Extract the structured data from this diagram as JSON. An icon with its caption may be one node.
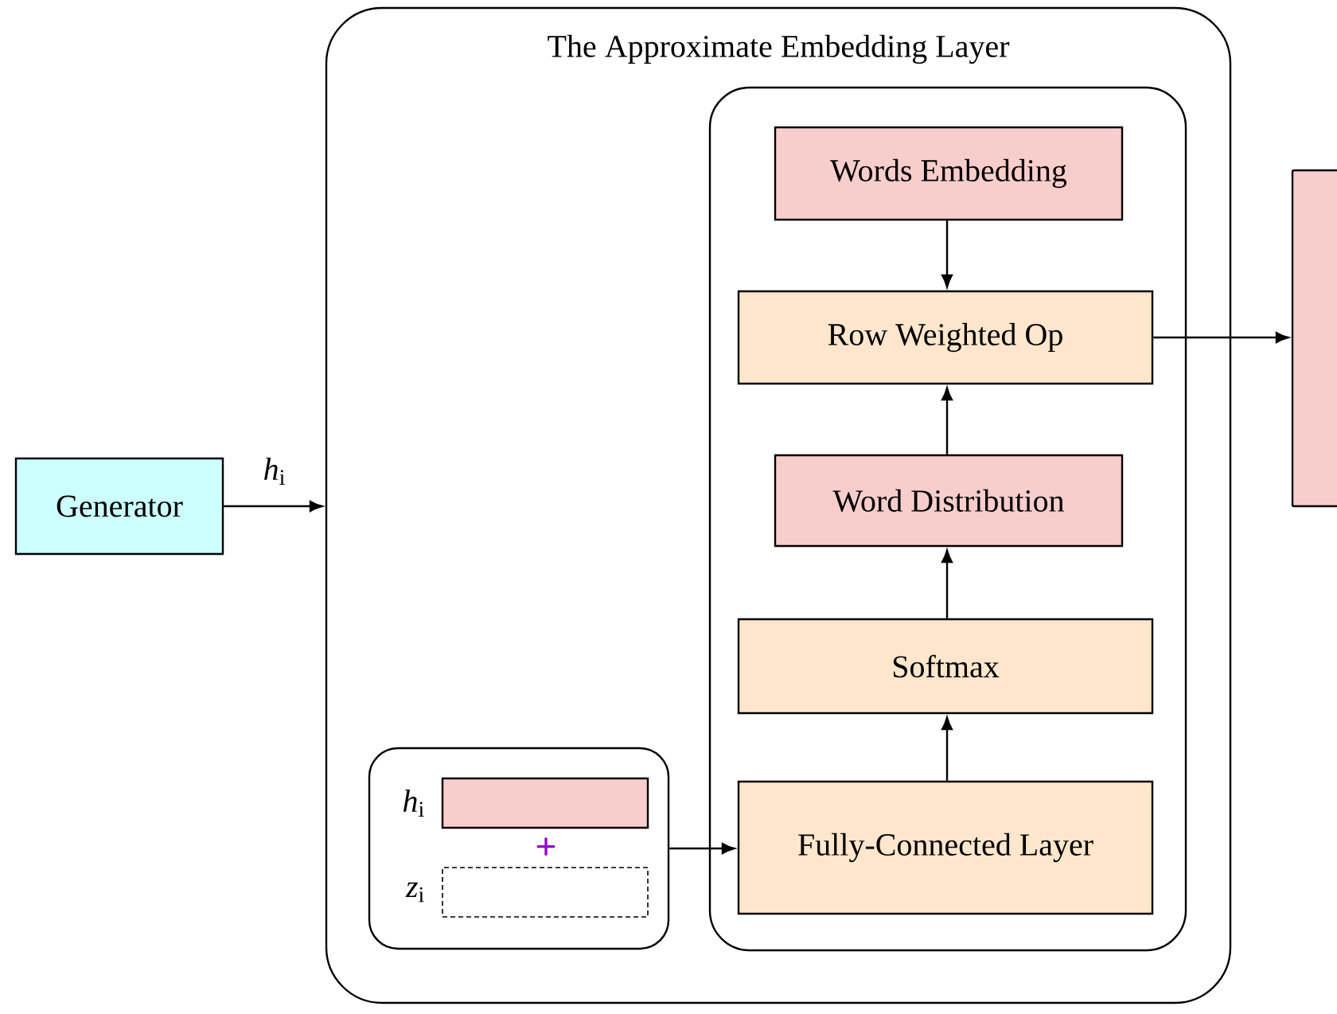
{
  "diagram": {
    "nodes": [
      {
        "text": [
          "The Approximate Embedding Layer"
        ]
      },
      {
        "text": [],
        "shape": "box",
        "in": 0
      },
      {
        "text": [
          "Words Embedding"
        ],
        "in": 1
      },
      {
        "text": [
          "Row Weighted Op"
        ],
        "in": 1
      },
      {
        "text": [
          "Word Distribution"
        ],
        "in": 1
      },
      {
        "text": [
          "Softmax"
        ],
        "in": 1
      },
      {
        "text": [
          "Fully-Connected Layer"
        ],
        "in": 1
      },
      {
        "text": [],
        "shape": "box",
        "in": 0
      },
      {
        "text": [],
        "shape": "bar",
        "in": 7,
        "beside": [
          "*h*$_{i}$"
        ]
      },
      {
        "text": [],
        "shape": "bar",
        "in": 7,
        "beside": [
          "*z*$_{i}$"
        ]
      },
      {
        "text": [
          "Generator"
        ]
      },
      {
        "text": [],
        "shape": "box"
      }
    ],
    "edges": [
      {
        "from": 10,
        "to": 0,
        "arrow": "to",
        "label": "*h*$_{i}$"
      },
      {
        "from": 2,
        "to": 3,
        "arrow": "to"
      },
      {
        "from": 6,
        "to": 5,
        "arrow": "to"
      },
      {
        "from": 5,
        "to": 4,
        "arrow": "to"
      },
      {
        "from": 4,
        "to": 3,
        "arrow": "to"
      },
      {
        "from": 7,
        "to": 6,
        "arrow": "to"
      },
      {
        "from": 3,
        "to": 11,
        "arrow": "to"
      }
    ],
    "labels": [
      "+"
    ]
  }
}
